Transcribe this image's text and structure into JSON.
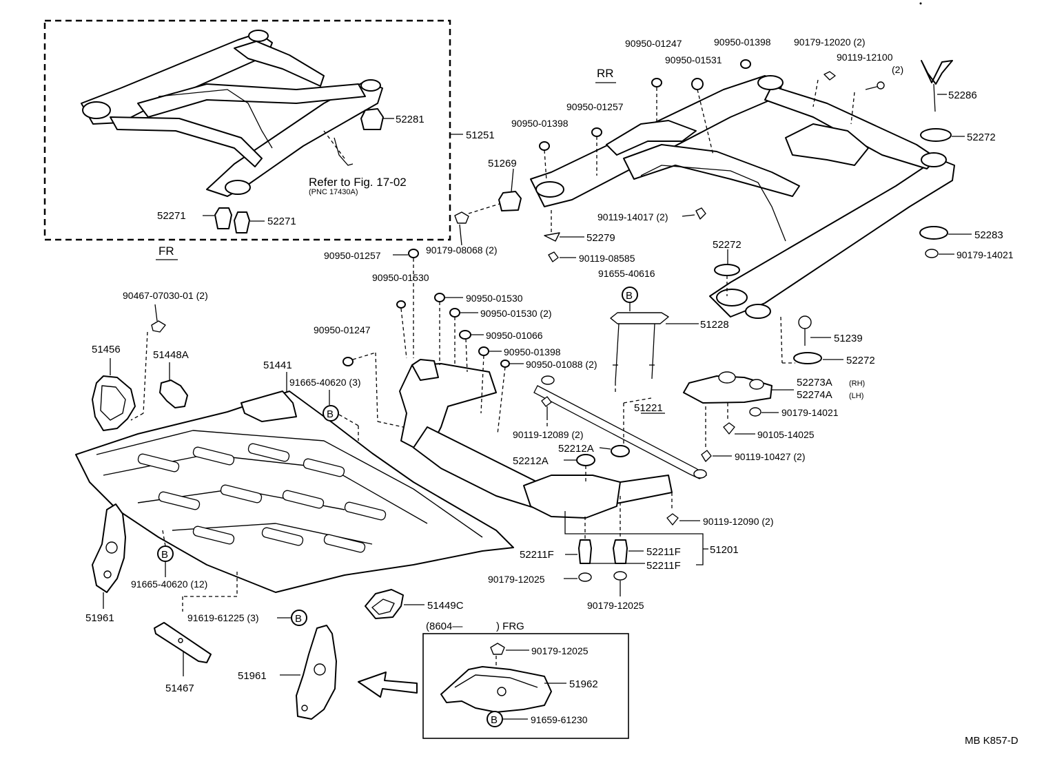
{
  "drawing_code": "MB  K857-D",
  "direction_labels": {
    "front": "FR",
    "rear": "RR"
  },
  "reference_note": {
    "line1": "Refer to Fig. 17-02",
    "line2": "(PNC 17430A)"
  },
  "inset": {
    "header_left": "(8604—",
    "header_right": ") FRG"
  },
  "callouts": {
    "c51251": "51251",
    "c52281": "52281",
    "c52271_left": "52271",
    "c52271_right": "52271",
    "c90950_01247_top": "90950-01247",
    "c90950_01398_top": "90950-01398",
    "c90179_12020": "90179-12020 (2)",
    "c90119_12100": "90119-12100",
    "c90119_12100_qty": "(2)",
    "c90950_01531": "90950-01531",
    "c52286": "52286",
    "c90950_01257_top": "90950-01257",
    "c90950_01398_mid": "90950-01398",
    "c51269": "51269",
    "c52272_top": "52272",
    "c90179_08068": "90179-08068 (2)",
    "c90119_14017": "90119-14017 (2)",
    "c52279": "52279",
    "c52283": "52283",
    "c90179_14021_right": "90179-14021",
    "c90950_01257_mid": "90950-01257",
    "c90119_08585": "90119-08585",
    "c52272_mid": "52272",
    "c90950_01530_a": "90950-01530",
    "c91655_40616": "91655-40616",
    "c90950_01530_b": "90950-01530",
    "c90467_07030": "90467-07030-01 (2)",
    "c90950_01530_c": "90950-01530 (2)",
    "c51228": "51228",
    "c90950_01066": "90950-01066",
    "c51239": "51239",
    "c90950_01247_mid": "90950-01247",
    "c51456": "51456",
    "c51448A": "51448A",
    "c90950_01398_low": "90950-01398",
    "c90950_01088": "90950-01088 (2)",
    "c52272_low": "52272",
    "c51441": "51441",
    "c52273A": "52273A",
    "c52273A_side": "(RH)",
    "c52274A": "52274A",
    "c52274A_side": "(LH)",
    "c91665_40620_3": "91665-40620 (3)",
    "c51221": "51221",
    "c90179_14021_low": "90179-14021",
    "c90119_12089": "90119-12089 (2)",
    "c90105_14025": "90105-14025",
    "c52212A_a": "52212A",
    "c52212A_b": "52212A",
    "c90119_10427": "90119-10427 (2)",
    "c90119_12090": "90119-12090 (2)",
    "c52211F_left": "52211F",
    "c52211F_right": "52211F",
    "c51201": "51201",
    "c52211F_bottom": "52211F",
    "c91665_40620_12": "91665-40620 (12)",
    "c90179_12025_left": "90179-12025",
    "c90179_12025_right": "90179-12025",
    "c51961_left": "51961",
    "c51449C": "51449C",
    "c91619_61225": "91619-61225 (3)",
    "c51467": "51467",
    "c51961_bottom": "51961",
    "c90179_12025_inset": "90179-12025",
    "c51962": "51962",
    "c91659_61230": "91659-61230"
  },
  "reference_markers": [
    "B",
    "B",
    "B",
    "B",
    "B"
  ]
}
